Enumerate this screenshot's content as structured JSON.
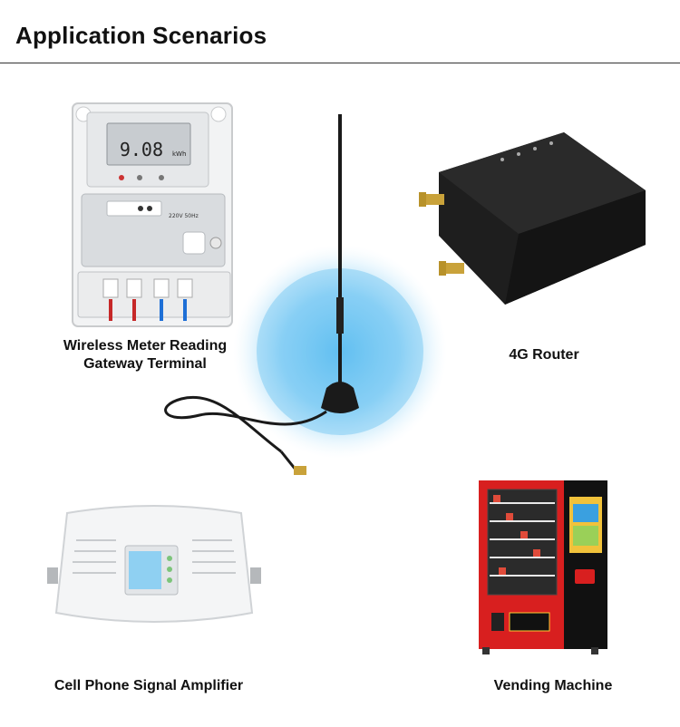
{
  "header": {
    "title": "Application Scenarios"
  },
  "scenarios": [
    {
      "label_line1": "Wireless Meter Reading",
      "label_line2": "Gateway Terminal"
    },
    {
      "label": "4G Router"
    },
    {
      "label": "Cell Phone Signal Amplifier"
    },
    {
      "label": "Vending Machine"
    }
  ],
  "meter_display": {
    "reading": "9.08",
    "unit": "kWh",
    "rating": "220V 50Hz"
  },
  "icons": [
    "electric-meter-icon",
    "antenna-icon",
    "router-icon",
    "signal-amplifier-icon",
    "vending-machine-icon"
  ],
  "colors": {
    "accent_glow": "#4fb8f0",
    "vending_red": "#d81f1f",
    "router_body": "#1e1e1e"
  }
}
